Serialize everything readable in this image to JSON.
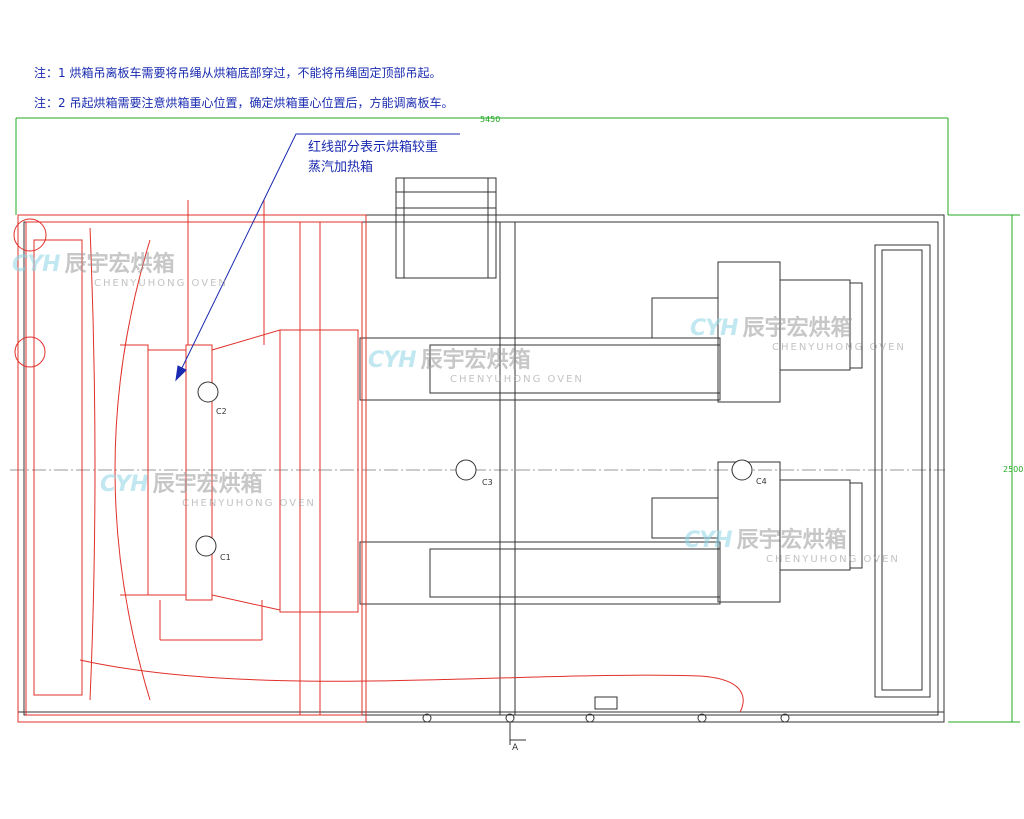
{
  "notes": [
    "注：1 烘箱吊离板车需要将吊绳从烘箱底部穿过，不能将吊绳固定顶部吊起。",
    "注：2 吊起烘箱需要注意烘箱重心位置，确定烘箱重心位置后，方能调离板车。"
  ],
  "callout": {
    "line1": "红线部分表示烘箱较重",
    "line2": "蒸汽加热箱"
  },
  "dimensions": {
    "width_label": "5450",
    "height_label": "2500"
  },
  "cog_labels": [
    "C2",
    "C1",
    "C3",
    "C4"
  ],
  "section_label": "A",
  "watermark": {
    "logo": "CYH",
    "cn": "辰宇宏烘箱",
    "en": "CHENYUHONG OVEN"
  },
  "colors": {
    "red_lines": "#e0302a",
    "dark_lines": "#333333",
    "dim_lines": "#22aa22",
    "note_text": "#1a2bb0"
  }
}
